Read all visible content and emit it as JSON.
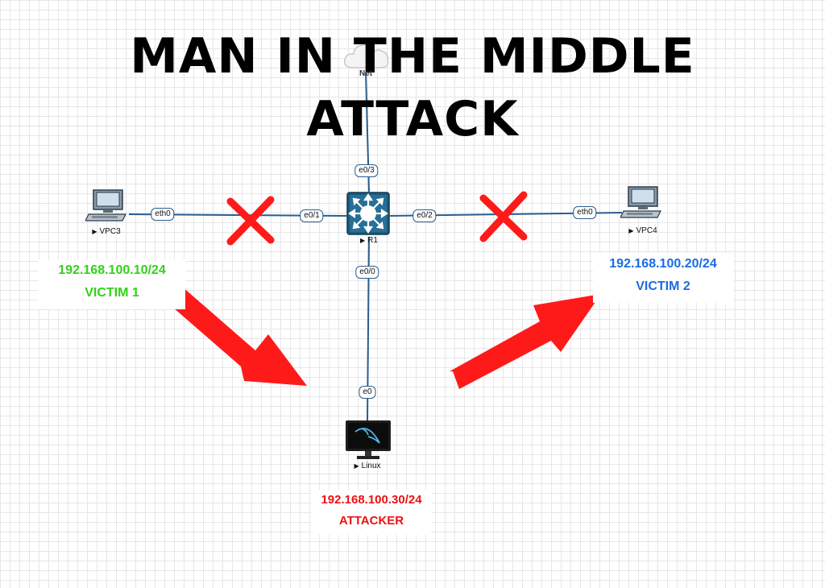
{
  "title": {
    "line1": "MAN IN THE MIDDLE",
    "line2": "ATTACK"
  },
  "devices": {
    "net": {
      "label": "Net",
      "icon": "cloud-icon"
    },
    "router": {
      "label": "R1",
      "icon": "router-icon"
    },
    "vpc3": {
      "label": "VPC3",
      "icon": "computer-icon"
    },
    "vpc4": {
      "label": "VPC4",
      "icon": "computer-icon"
    },
    "linux": {
      "label": "Linux",
      "icon": "kali-linux-monitor-icon"
    }
  },
  "ports": {
    "r1_e0_3": "e0/3",
    "r1_e0_1": "e0/1",
    "r1_e0_2": "e0/2",
    "r1_e0_0": "e0/0",
    "vpc3_eth0": "eth0",
    "vpc4_eth0": "eth0",
    "linux_e0": "e0"
  },
  "victim1": {
    "ip": "192.168.100.10/24",
    "role": "VICTIM 1",
    "color": "#32d11a"
  },
  "victim2": {
    "ip": "192.168.100.20/24",
    "role": "VICTIM 2",
    "color": "#1a6be6"
  },
  "attacker": {
    "ip": "192.168.100.30/24",
    "role": "ATTACKER",
    "color": "#ee1111"
  },
  "colors": {
    "link": "#2a5d8f",
    "cross": "#ff1a1a",
    "arrow": "#ff1a1a"
  }
}
